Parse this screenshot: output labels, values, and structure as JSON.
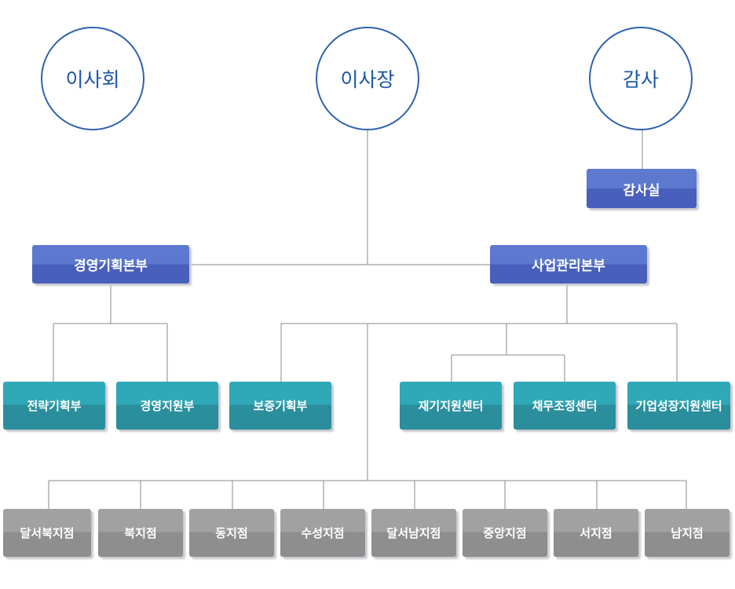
{
  "top": {
    "board": "이사회",
    "chairman": "이사장",
    "auditor": "감사"
  },
  "audit_office": "감사실",
  "divisions": {
    "management_planning": "경영기획본부",
    "business_management": "사업관리본부"
  },
  "departments": {
    "strategy_planning": "전략기획부",
    "management_support": "경영지원부",
    "guarantee_planning": "보증기획부",
    "restart_support_center": "재기지원센터",
    "debt_adjustment_center": "채무조정센터",
    "business_growth_center": "기업성장지원센터"
  },
  "branches": [
    "달서북지점",
    "북지점",
    "동지점",
    "수성지점",
    "달서남지점",
    "중앙지점",
    "서지점",
    "남지점"
  ],
  "colors": {
    "circle_border": "#2f62b0",
    "division_blue": "#5d79cf",
    "department_teal": "#2fa8b7",
    "branch_gray": "#a1a1a1",
    "line": "#8a8a8a"
  }
}
